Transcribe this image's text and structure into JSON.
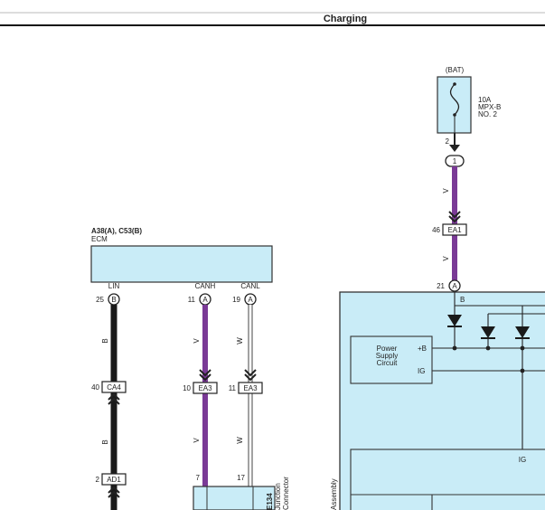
{
  "header": {
    "title": "Charging"
  },
  "ecm": {
    "ref": "A38(A), C53(B)",
    "name": "ECM",
    "pin_lin": "LIN",
    "pin_canh": "CANH",
    "pin_canl": "CANL"
  },
  "battery": {
    "label": "(BAT)",
    "fuse_amp": "10A",
    "fuse_name": "MPX-B",
    "fuse_no": "NO. 2",
    "pin_2": "2",
    "pin_1": "1"
  },
  "connectors": {
    "ea1": {
      "label": "EA1",
      "pin": "46"
    },
    "ca4": {
      "label": "CA4",
      "pin": "40"
    },
    "ad1": {
      "label": "AD1",
      "pin": "2"
    },
    "ea3_v": {
      "label": "EA3",
      "pin": "10"
    },
    "ea3_w": {
      "label": "EA3",
      "pin": "11"
    }
  },
  "pins": {
    "lin": {
      "num": "25",
      "tag": "B"
    },
    "canh": {
      "num": "11",
      "tag": "A"
    },
    "canl": {
      "num": "19",
      "tag": "A"
    },
    "assy_b": {
      "num": "21",
      "tag": "A"
    }
  },
  "wire_colors": {
    "v": "V",
    "w": "W",
    "b": "B"
  },
  "junction": {
    "pin_7": "7",
    "pin_17": "17",
    "ref": "E134",
    "line1": "Junction",
    "line2": "Connector"
  },
  "assembly": {
    "label": "Assembly",
    "b_label": "B",
    "psc_line1": "Power",
    "psc_line2": "Supply",
    "psc_line3": "Circuit",
    "plus_b": "+B",
    "ig": "IG",
    "ig_lower": "IG"
  },
  "colors": {
    "box_fill": "#c9ecf7",
    "violet": "#7a3a96",
    "black": "#1a1a1a",
    "line": "#333333"
  }
}
